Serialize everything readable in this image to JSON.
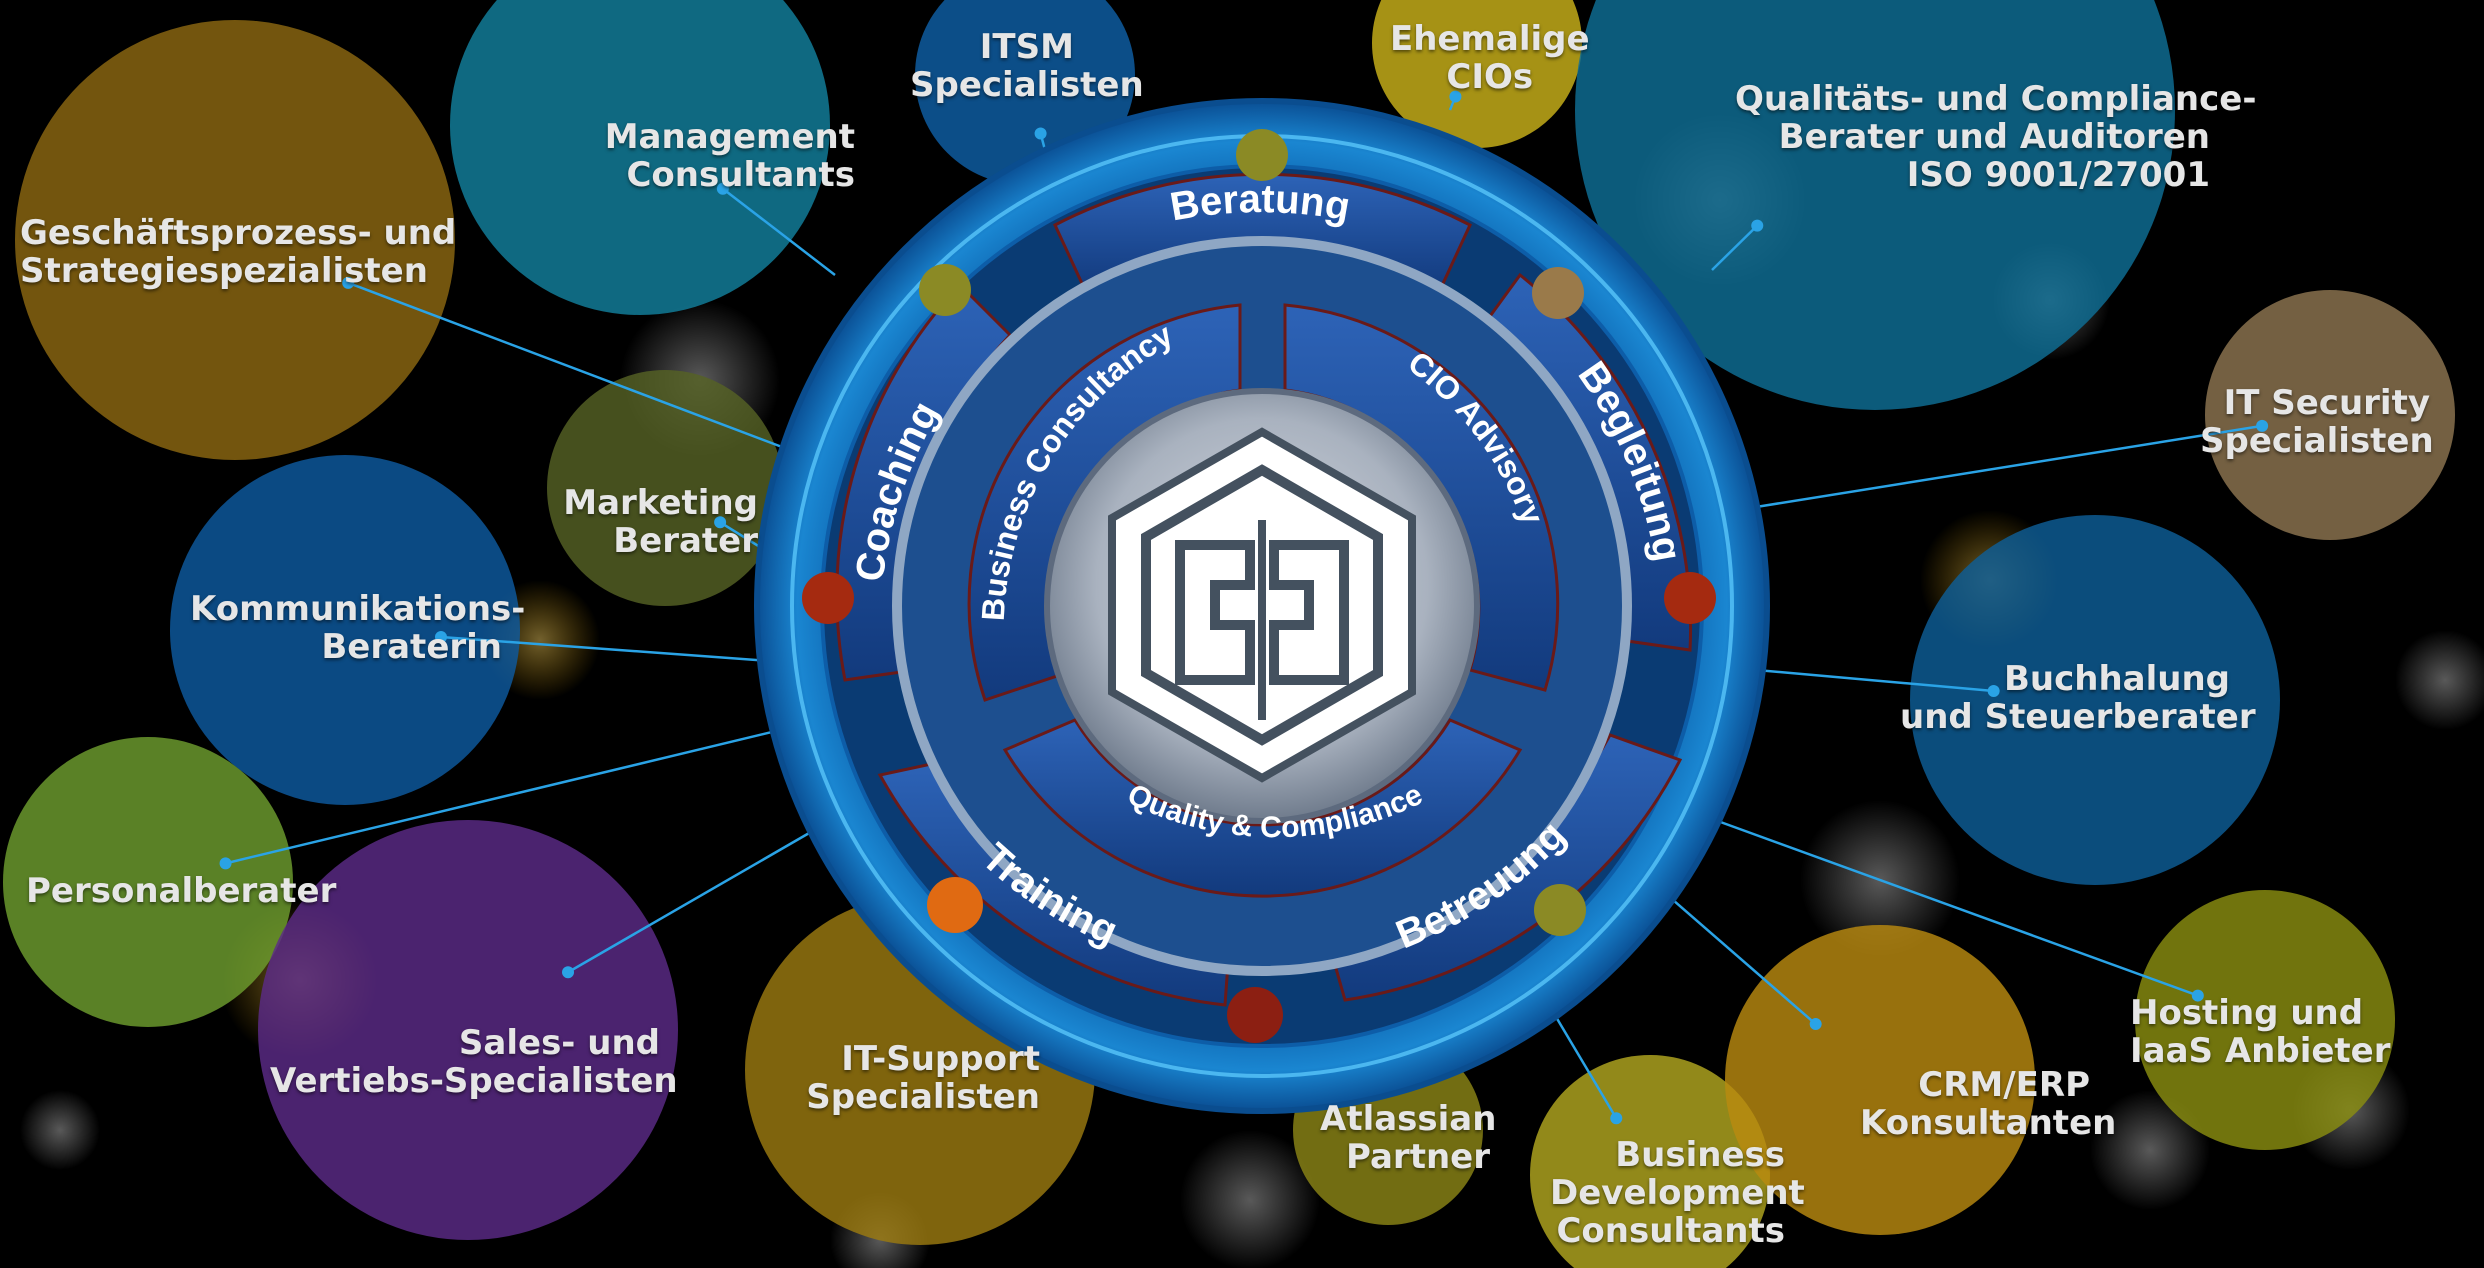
{
  "center": {
    "logo_icon": "cw-hexagon-logo-icon",
    "outer_ring": [
      "Beratung",
      "Begleitung",
      "Betreuung",
      "Training",
      "Coaching"
    ],
    "inner_ring": [
      "Business Consultancy",
      "CIO Advisory",
      "Quality & Compliance"
    ]
  },
  "roles": [
    {
      "id": "itsm",
      "lines": [
        "ITSM",
        "Specialisten"
      ],
      "color": "#0f5fa6"
    },
    {
      "id": "ehemalige-cios",
      "lines": [
        "Ehemalige",
        "CIOs"
      ],
      "color": "#cbb21a"
    },
    {
      "id": "qualitaets-berater",
      "lines": [
        "Qualitäts- und Compliance-",
        "Berater und Auditoren",
        "ISO 9001/27001"
      ],
      "color": "#0f6f96"
    },
    {
      "id": "management-consultants",
      "lines": [
        "Management",
        "Consultants"
      ],
      "color": "#12809e"
    },
    {
      "id": "geschaeftsprozess",
      "lines": [
        "Geschäftsprozess- und",
        "Strategiespezialisten"
      ],
      "color": "#8c6811"
    },
    {
      "id": "marketing-berater",
      "lines": [
        "Marketing",
        "Berater"
      ],
      "color": "#556124"
    },
    {
      "id": "it-security",
      "lines": [
        "IT Security",
        "Specialisten"
      ],
      "color": "#8d7550"
    },
    {
      "id": "kommunikationsberaterin",
      "lines": [
        "Kommunikations-",
        "Beraterin"
      ],
      "color": "#0e5aa0"
    },
    {
      "id": "buchhaltung",
      "lines": [
        "Buchhalung",
        "und Steuerberater"
      ],
      "color": "#0d5e97"
    },
    {
      "id": "personalberater",
      "lines": [
        "Personalberater"
      ],
      "color": "#6e9e2e"
    },
    {
      "id": "sales",
      "lines": [
        "Sales- und",
        "Vertiebs-Specialisten"
      ],
      "color": "#5c2b87"
    },
    {
      "id": "it-support",
      "lines": [
        "IT-Support",
        "Specialisten"
      ],
      "color": "#9b7a10"
    },
    {
      "id": "atlassian",
      "lines": [
        "Atlassian",
        "Partner"
      ],
      "color": "#8b8516"
    },
    {
      "id": "business-development",
      "lines": [
        "Business",
        "Development",
        "Consultants"
      ],
      "color": "#b2a720"
    },
    {
      "id": "crm-erp",
      "lines": [
        "CRM/ERP",
        "Konsultanten"
      ],
      "color": "#b98a10"
    },
    {
      "id": "hosting",
      "lines": [
        "Hosting und",
        "IaaS Anbieter"
      ],
      "color": "#8a8d10"
    }
  ]
}
